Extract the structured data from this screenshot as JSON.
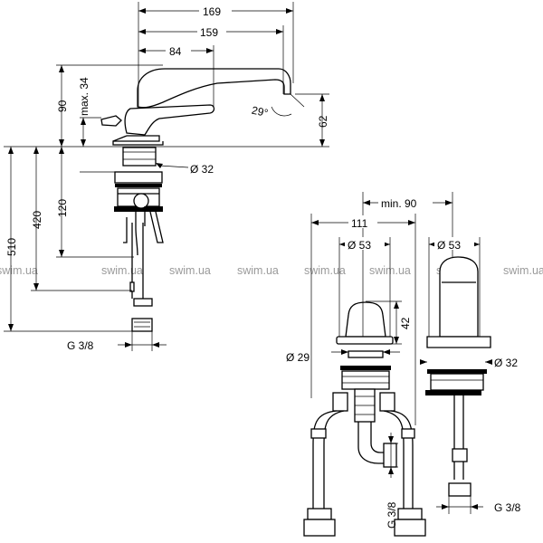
{
  "dimensions": {
    "top_width_overall": "169",
    "top_width_spout": "159",
    "top_width_handle": "84",
    "height_top": "90",
    "max_handle": "max. 34",
    "spout_angle": "29°",
    "spout_height": "62",
    "height_120": "120",
    "height_420": "420",
    "height_510": "510",
    "diameter_base": "Ø 32",
    "thread_left": "G 3/8",
    "min_spacing": "min. 90",
    "width_111": "111",
    "diameter_53_valve": "Ø 53",
    "diameter_53_spout": "Ø 53",
    "height_42": "42",
    "diameter_29": "Ø 29",
    "diameter_32_spout": "Ø 32",
    "thread_right_vertical": "G 3/8",
    "thread_right": "G 3/8"
  },
  "watermark": "swim.ua"
}
